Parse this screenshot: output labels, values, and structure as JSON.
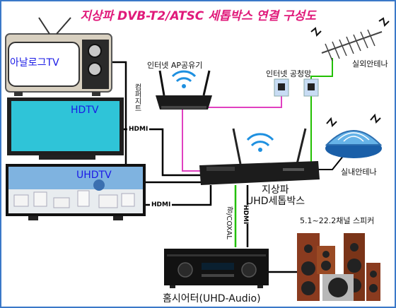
{
  "title": "지상파 DVB-T2/ATSC 세톱박스 연결 구성도",
  "devices": {
    "analog_tv": "아날로그TV",
    "hdtv": "HDTV",
    "uhdtv": "UHDTV",
    "router": "인터넷 AP공유기",
    "wall_jack": "인터넷 공청망",
    "outdoor_antenna": "실외안테나",
    "indoor_antenna": "실내안테나",
    "settop_line1": "지상파",
    "settop_line2": "UHD세톱박스",
    "speakers": "5.1~22.2채널 스피커",
    "receiver": "홈시어터(UHD-Audio)"
  },
  "cables": {
    "composite": "컴퍼지트",
    "hdmi": "HDMI",
    "optical": "광/COXAL"
  },
  "colors": {
    "title": "#e0197a",
    "label_blue": "#1a1ae6",
    "hdmi_cable": "#000000",
    "lan_cable": "#e040c0",
    "antenna_cable": "#22c000",
    "optical_cable": "#22c000"
  }
}
